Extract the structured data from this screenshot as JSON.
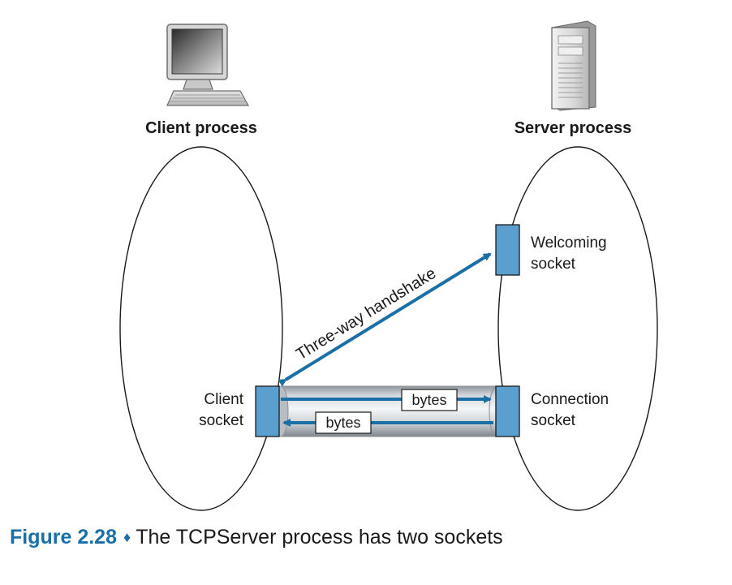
{
  "client": {
    "process_label": "Client process",
    "socket_label_line1": "Client",
    "socket_label_line2": "socket",
    "icon": "desktop-computer-icon"
  },
  "server": {
    "process_label": "Server process",
    "welcoming_label_line1": "Welcoming",
    "welcoming_label_line2": "socket",
    "connection_label_line1": "Connection",
    "connection_label_line2": "socket",
    "icon": "server-tower-icon"
  },
  "handshake_label": "Three-way handshake",
  "pipe": {
    "bytes_to_server": "bytes",
    "bytes_to_client": "bytes"
  },
  "caption": {
    "figure_number": "Figure 2.28",
    "separator": "♦",
    "text": "The TCPServer process has two sockets"
  },
  "colors": {
    "arrow": "#1a6fa6",
    "socket_fill": "#5b9fcf",
    "caption_accent": "#1a6fa6"
  }
}
